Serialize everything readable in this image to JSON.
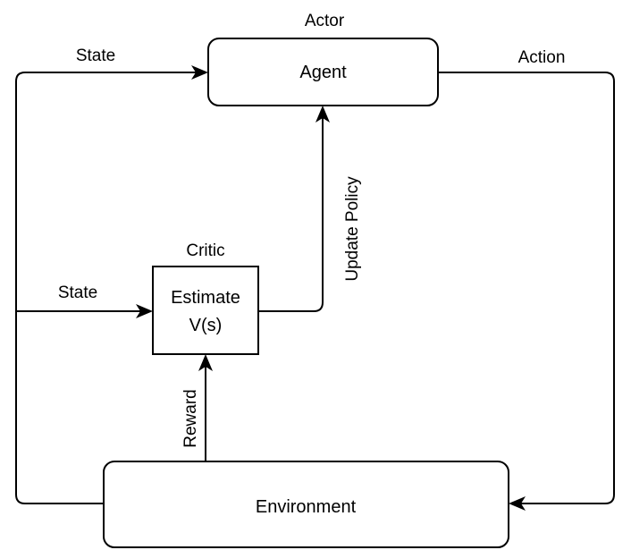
{
  "nodes": {
    "agent": {
      "label": "Agent",
      "caption": "Actor"
    },
    "critic": {
      "label_line1": "Estimate",
      "label_line2": "V(s)",
      "caption": "Critic"
    },
    "environment": {
      "label": "Environment"
    }
  },
  "edges": {
    "state_to_agent": "State",
    "state_to_critic": "State",
    "action": "Action",
    "update_policy": "Update Policy",
    "reward": "Reward"
  }
}
